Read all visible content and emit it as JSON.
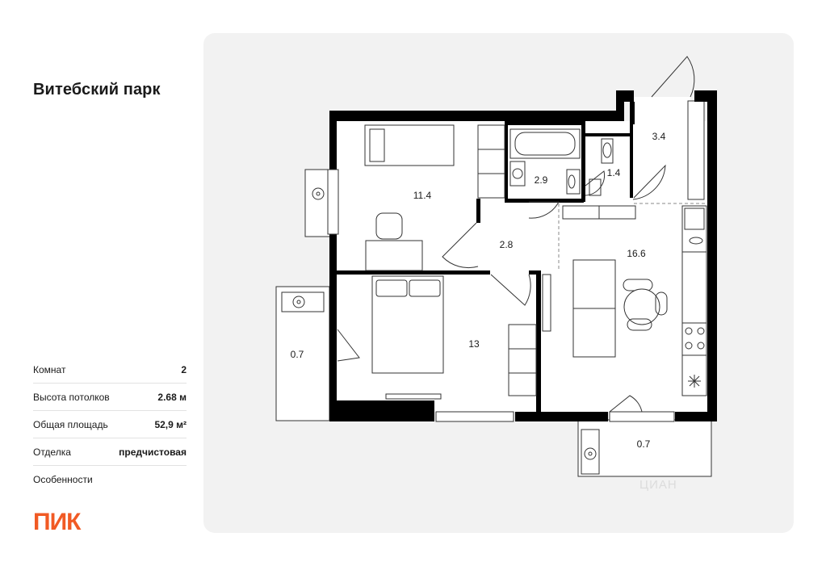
{
  "project": {
    "title": "Витебский парк"
  },
  "specs": [
    {
      "label": "Комнат",
      "value": "2"
    },
    {
      "label": "Высота потолков",
      "value": "2.68 м"
    },
    {
      "label": "Общая площадь",
      "value": "52,9 м²"
    },
    {
      "label": "Отделка",
      "value": "предчистовая"
    },
    {
      "label": "Особенности",
      "value": ""
    }
  ],
  "brand": {
    "logo": "ПИК",
    "color": "#f15a24"
  },
  "plan": {
    "rooms": {
      "bedroom_small": "11.4",
      "bedroom_large": "13",
      "hall": "2.8",
      "bathroom": "2.9",
      "toilet": "1.4",
      "entry": "3.4",
      "kitchen_living": "16.6",
      "loggia_left": "0.7",
      "loggia_bottom": "0.7"
    }
  },
  "watermark": "ЦИАН"
}
